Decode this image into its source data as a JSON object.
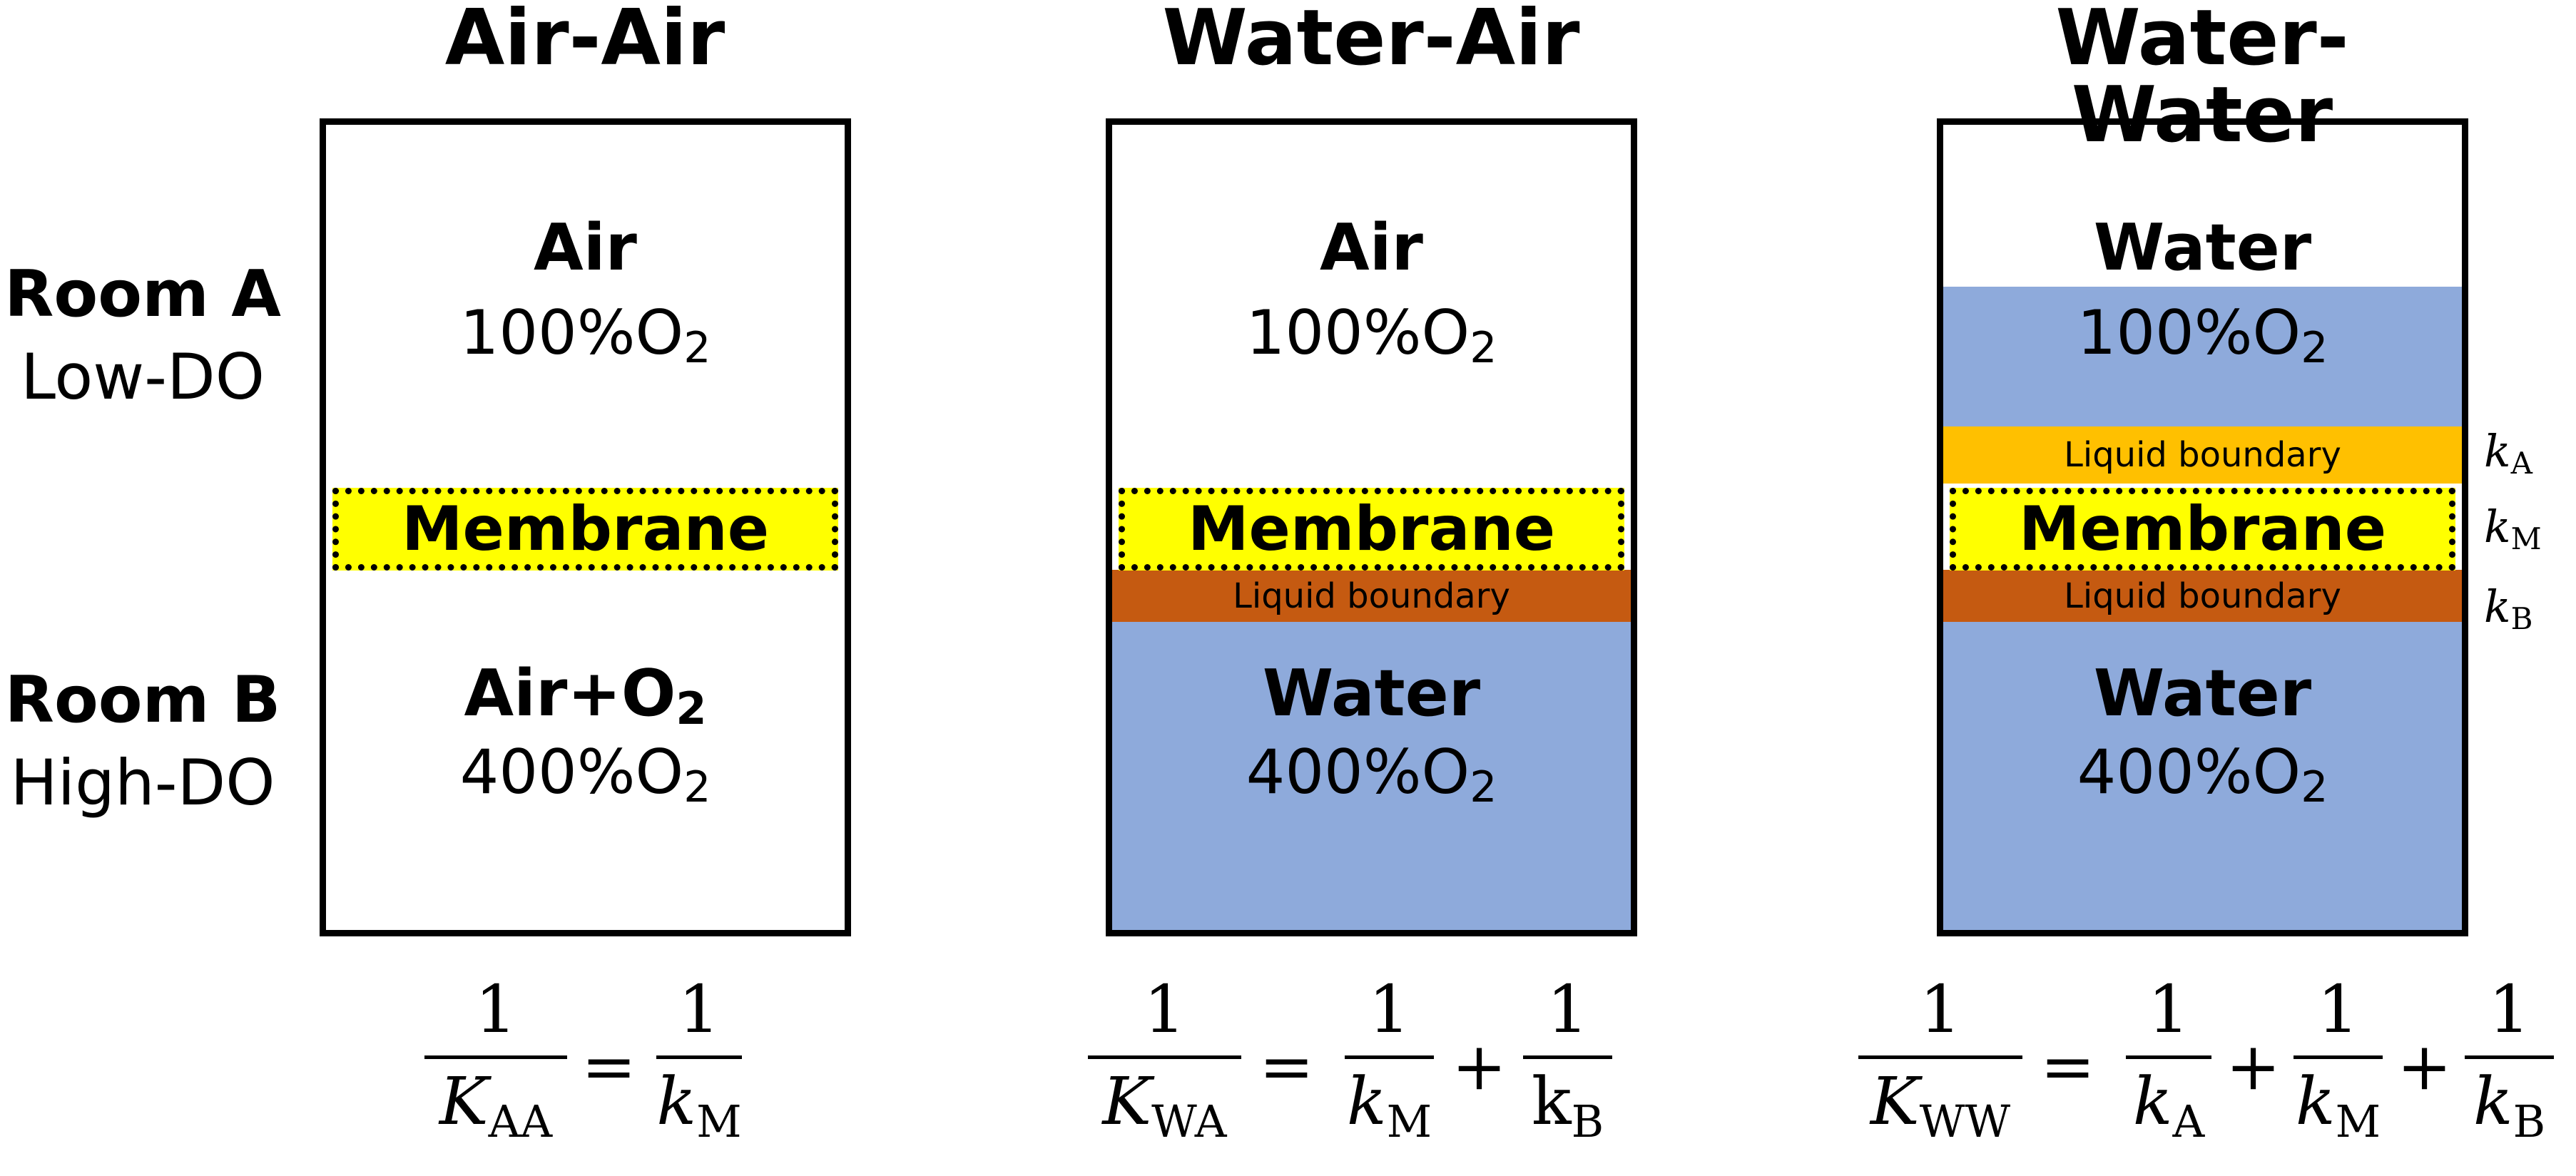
{
  "titles": {
    "air_air": "Air-Air",
    "water_air": "Water-Air",
    "water_water": "Water-Water"
  },
  "rooms": {
    "a": {
      "name": "Room A",
      "desc": "Low-DO"
    },
    "b": {
      "name": "Room B",
      "desc": "High-DO"
    }
  },
  "panel_aa": {
    "top_label": "Air",
    "top_pct": "100%O",
    "top_sub": "2",
    "membrane": "Membrane",
    "bottom_label": "Air+O",
    "bottom_label_sub": "2",
    "bottom_pct": "400%O",
    "bottom_sub": "2"
  },
  "panel_wa": {
    "top_label": "Air",
    "top_pct": "100%O",
    "top_sub": "2",
    "membrane": "Membrane",
    "boundary_b": "Liquid boundary",
    "bottom_label": "Water",
    "bottom_pct": "400%O",
    "bottom_sub": "2"
  },
  "panel_ww": {
    "top_label": "Water",
    "top_pct": "100%O",
    "top_sub": "2",
    "boundary_a": "Liquid boundary",
    "membrane": "Membrane",
    "boundary_b": "Liquid boundary",
    "bottom_label": "Water",
    "bottom_pct": "400%O",
    "bottom_sub": "2",
    "k_labels": [
      {
        "k": "k",
        "sub": "A"
      },
      {
        "k": "k",
        "sub": "M"
      },
      {
        "k": "k",
        "sub": "B"
      }
    ]
  },
  "formulas": {
    "aa": {
      "num": "1",
      "lhs_k": "K",
      "lhs_sub": "AA",
      "eq": "=",
      "terms": [
        {
          "k": "k",
          "sub": "M"
        }
      ]
    },
    "wa": {
      "num": "1",
      "lhs_k": "K",
      "lhs_sub": "WA",
      "eq": "=",
      "plus": "+",
      "terms": [
        {
          "k": "k",
          "sub": "M"
        },
        {
          "k": "k",
          "sub": "B"
        }
      ]
    },
    "ww": {
      "num": "1",
      "lhs_k": "K",
      "lhs_sub": "WW",
      "eq": "=",
      "plus": "+",
      "terms": [
        {
          "k": "k",
          "sub": "A"
        },
        {
          "k": "k",
          "sub": "M"
        },
        {
          "k": "k",
          "sub": "B"
        }
      ]
    }
  },
  "colors": {
    "water": "#8eaadb",
    "membrane": "#ffff00",
    "boundary_a": "#ffc000",
    "boundary_b": "#c55a11"
  }
}
